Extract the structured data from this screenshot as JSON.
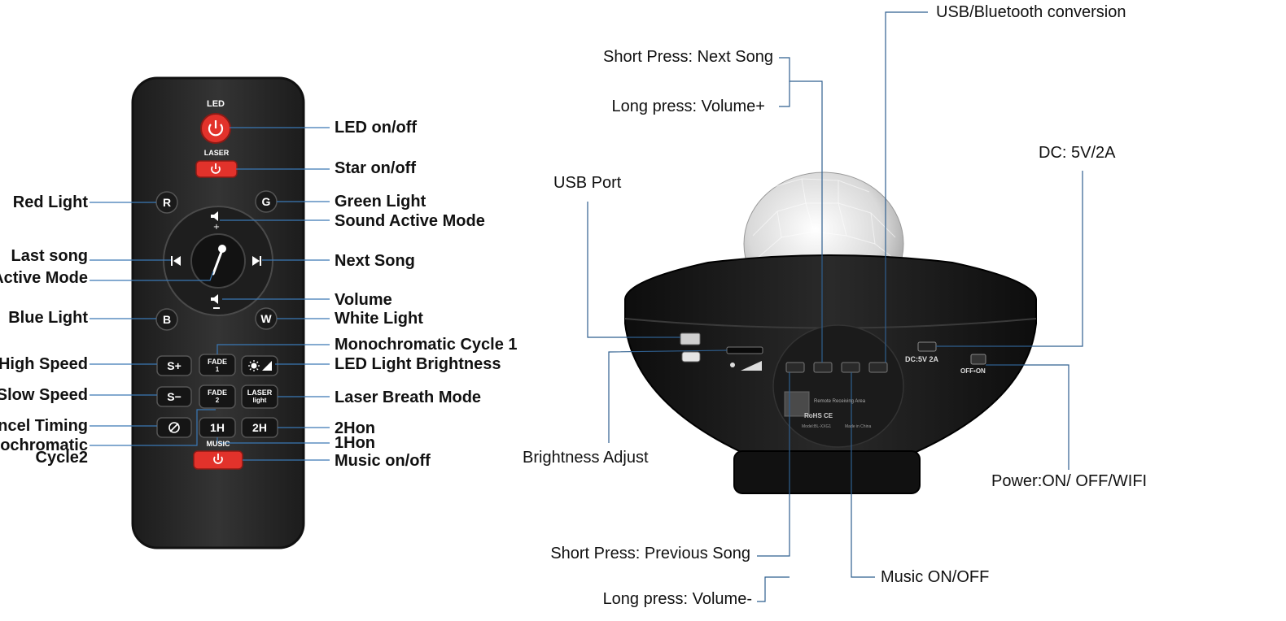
{
  "remote": {
    "keys": {
      "led": "LED",
      "laser": "LASER",
      "music": "MUSIC",
      "r": "R",
      "g": "G",
      "b": "B",
      "w": "W",
      "s_plus": "S+",
      "s_minus": "S−",
      "fade1_top": "FADE",
      "fade1_num": "1",
      "fade2_top": "FADE",
      "fade2_num": "2",
      "laser_light_top": "LASER",
      "laser_light_bottom": "light",
      "h1": "1H",
      "h2": "2H"
    },
    "left_labels": {
      "red_light": "Red Light",
      "last_song": "Last song",
      "active_mode": "Active Mode",
      "blue_light": "Blue Light",
      "high_speed": "High Speed",
      "slow_speed": "Slow Speed",
      "cancel_timing": "ncel Timing",
      "mono_cycle2_top": "ochromatic",
      "mono_cycle2_bottom": "Cycle2"
    },
    "right_labels": {
      "led_onoff": "LED on/off",
      "star_onoff": "Star on/off",
      "green_light": "Green Light",
      "sound_active": "Sound Active Mode",
      "next_song": "Next Song",
      "volume": "Volume",
      "white_light": "White Light",
      "mono_cycle1": "Monochromatic Cycle 1",
      "led_brightness": "LED Light Brightness",
      "laser_breath": "Laser Breath Mode",
      "h2on": "2Hon",
      "h1on": "1Hon",
      "music_onoff": "Music on/off"
    }
  },
  "projector": {
    "labels": {
      "usb_bt": "USB/Bluetooth conversion",
      "short_next": "Short Press: Next Song",
      "long_vol_plus": "Long press: Volume+",
      "dc": "DC: 5V/2A",
      "usb_port": "USB Port",
      "brightness": "Brightness Adjust",
      "power": "Power:ON/ OFF/WIFI",
      "short_prev": "Short Press: Previous Song",
      "music_onoff": "Music ON/OFF",
      "long_vol_minus": "Long press: Volume-"
    },
    "body_text": {
      "dc_mark": "DC:5V 2A",
      "switch_mark": "OFF▪ON",
      "receiving": "Remote Receiving Area",
      "cert": "RoHS CE",
      "model": "Model:BL-XXG1",
      "made": "Made in China"
    }
  },
  "colors": {
    "remote_body": "#2b2b2b",
    "red_key": "#e2322b",
    "leader": "#3a78b5",
    "projector_body": "#1c1c1c"
  }
}
